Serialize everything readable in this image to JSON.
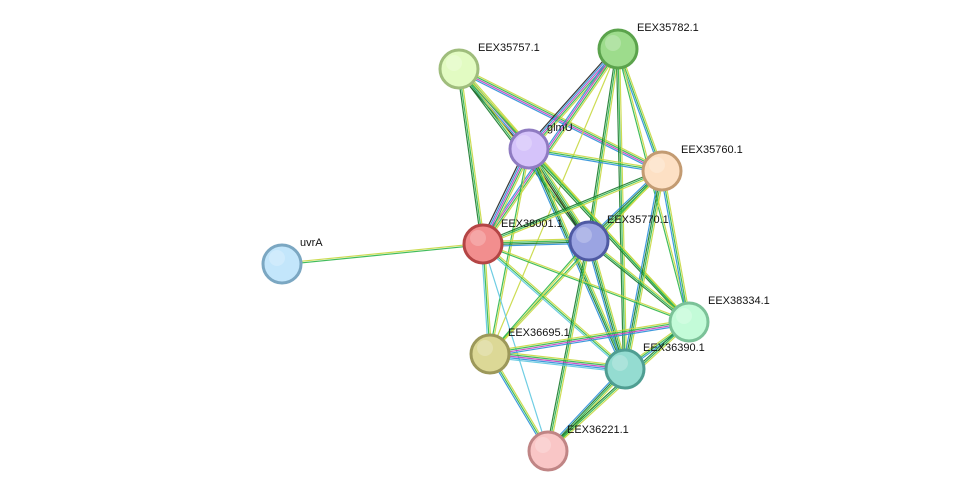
{
  "network": {
    "nodes": [
      {
        "id": "n_eex35782",
        "label": "EEX35782.1",
        "fill": "#9ddc8c",
        "stroke": "#5ba34c"
      },
      {
        "id": "n_eex35757",
        "label": "EEX35757.1",
        "fill": "#e2fbc2",
        "stroke": "#9fbd7c"
      },
      {
        "id": "n_glmu",
        "label": "glmU",
        "fill": "#d5c3fa",
        "stroke": "#8f7bc2"
      },
      {
        "id": "n_eex35760",
        "label": "EEX35760.1",
        "fill": "#fde0c4",
        "stroke": "#c39b72"
      },
      {
        "id": "n_eex38001",
        "label": "EEX38001.1",
        "fill": "#f28e8e",
        "stroke": "#b44545"
      },
      {
        "id": "n_eex35770",
        "label": "EEX35770.1",
        "fill": "#9ba4e2",
        "stroke": "#4f5aa3"
      },
      {
        "id": "n_uvra",
        "label": "uvrA",
        "fill": "#c3e6fb",
        "stroke": "#7ba7c2"
      },
      {
        "id": "n_eex38334",
        "label": "EEX38334.1",
        "fill": "#c3fbd8",
        "stroke": "#7bc298"
      },
      {
        "id": "n_eex36695",
        "label": "EEX36695.1",
        "fill": "#dcd896",
        "stroke": "#9c985a"
      },
      {
        "id": "n_eex36390",
        "label": "EEX36390.1",
        "fill": "#94dcd1",
        "stroke": "#4f9e92"
      },
      {
        "id": "n_eex36221",
        "label": "EEX36221.1",
        "fill": "#f9c6c6",
        "stroke": "#c08585"
      }
    ],
    "edge_colors": {
      "yellow": "#c8d840",
      "green": "#2db64a",
      "dark_green": "#1a7a2c",
      "blue": "#2a8fd8",
      "magenta": "#c040c0",
      "black": "#222222",
      "lightblue": "#5fc8e0"
    },
    "edges": [
      {
        "a": "n_uvra",
        "b": "n_eex38001",
        "types": [
          "yellow",
          "green"
        ]
      },
      {
        "a": "n_eex35757",
        "b": "n_glmu",
        "types": [
          "yellow",
          "green",
          "magenta",
          "blue",
          "black"
        ]
      },
      {
        "a": "n_eex35757",
        "b": "n_eex38001",
        "types": [
          "yellow",
          "green",
          "dark_green"
        ]
      },
      {
        "a": "n_eex35757",
        "b": "n_eex35760",
        "types": [
          "yellow",
          "green",
          "magenta",
          "blue"
        ]
      },
      {
        "a": "n_eex35757",
        "b": "n_eex35770",
        "types": [
          "yellow",
          "green",
          "dark_green"
        ]
      },
      {
        "a": "n_eex35757",
        "b": "n_eex38334",
        "types": [
          "yellow",
          "green"
        ]
      },
      {
        "a": "n_eex35782",
        "b": "n_glmu",
        "types": [
          "yellow",
          "green",
          "magenta",
          "blue",
          "black"
        ]
      },
      {
        "a": "n_eex35782",
        "b": "n_eex38001",
        "types": [
          "yellow",
          "green",
          "magenta",
          "blue"
        ]
      },
      {
        "a": "n_eex35782",
        "b": "n_eex35760",
        "types": [
          "yellow",
          "green",
          "blue"
        ]
      },
      {
        "a": "n_eex35782",
        "b": "n_eex35770",
        "types": [
          "yellow",
          "green",
          "dark_green"
        ]
      },
      {
        "a": "n_eex35782",
        "b": "n_eex36390",
        "types": [
          "yellow",
          "green",
          "dark_green"
        ]
      },
      {
        "a": "n_eex35782",
        "b": "n_eex38334",
        "types": [
          "yellow",
          "green"
        ]
      },
      {
        "a": "n_eex35782",
        "b": "n_eex36695",
        "types": [
          "yellow"
        ]
      },
      {
        "a": "n_glmu",
        "b": "n_eex38001",
        "types": [
          "yellow",
          "green",
          "magenta",
          "blue",
          "black"
        ]
      },
      {
        "a": "n_glmu",
        "b": "n_eex35760",
        "types": [
          "yellow",
          "green",
          "blue"
        ]
      },
      {
        "a": "n_glmu",
        "b": "n_eex35770",
        "types": [
          "yellow",
          "green",
          "dark_green",
          "black"
        ]
      },
      {
        "a": "n_glmu",
        "b": "n_eex36390",
        "types": [
          "yellow",
          "green",
          "dark_green",
          "blue"
        ]
      },
      {
        "a": "n_glmu",
        "b": "n_eex38334",
        "types": [
          "yellow",
          "green",
          "dark_green"
        ]
      },
      {
        "a": "n_glmu",
        "b": "n_eex36695",
        "types": [
          "yellow",
          "green"
        ]
      },
      {
        "a": "n_eex35760",
        "b": "n_eex38001",
        "types": [
          "yellow",
          "green",
          "dark_green"
        ]
      },
      {
        "a": "n_eex35760",
        "b": "n_eex35770",
        "types": [
          "yellow",
          "green",
          "dark_green",
          "blue"
        ]
      },
      {
        "a": "n_eex35760",
        "b": "n_eex36390",
        "types": [
          "yellow",
          "green",
          "dark_green",
          "blue"
        ]
      },
      {
        "a": "n_eex35760",
        "b": "n_eex38334",
        "types": [
          "yellow",
          "green",
          "blue"
        ]
      },
      {
        "a": "n_eex35760",
        "b": "n_eex36695",
        "types": [
          "yellow",
          "green"
        ]
      },
      {
        "a": "n_eex38001",
        "b": "n_eex35770",
        "types": [
          "yellow",
          "green",
          "dark_green",
          "blue"
        ]
      },
      {
        "a": "n_eex38001",
        "b": "n_eex36695",
        "types": [
          "yellow",
          "green",
          "lightblue"
        ]
      },
      {
        "a": "n_eex38001",
        "b": "n_eex36390",
        "types": [
          "yellow",
          "green",
          "lightblue"
        ]
      },
      {
        "a": "n_eex38001",
        "b": "n_eex38334",
        "types": [
          "yellow",
          "green"
        ]
      },
      {
        "a": "n_eex38001",
        "b": "n_eex36221",
        "types": [
          "lightblue"
        ]
      },
      {
        "a": "n_eex35770",
        "b": "n_eex36390",
        "types": [
          "yellow",
          "green",
          "dark_green",
          "blue"
        ]
      },
      {
        "a": "n_eex35770",
        "b": "n_eex38334",
        "types": [
          "yellow",
          "green",
          "dark_green"
        ]
      },
      {
        "a": "n_eex35770",
        "b": "n_eex36695",
        "types": [
          "yellow",
          "green"
        ]
      },
      {
        "a": "n_eex35770",
        "b": "n_eex36221",
        "types": [
          "yellow",
          "green",
          "dark_green"
        ]
      },
      {
        "a": "n_eex36695",
        "b": "n_eex36390",
        "types": [
          "yellow",
          "green",
          "magenta",
          "blue",
          "lightblue"
        ]
      },
      {
        "a": "n_eex36695",
        "b": "n_eex38334",
        "types": [
          "yellow",
          "green",
          "magenta",
          "blue"
        ]
      },
      {
        "a": "n_eex36695",
        "b": "n_eex36221",
        "types": [
          "yellow",
          "green",
          "blue"
        ]
      },
      {
        "a": "n_eex36390",
        "b": "n_eex38334",
        "types": [
          "yellow",
          "green",
          "blue"
        ]
      },
      {
        "a": "n_eex36390",
        "b": "n_eex36221",
        "types": [
          "yellow",
          "green",
          "dark_green",
          "blue"
        ]
      },
      {
        "a": "n_eex38334",
        "b": "n_eex36221",
        "types": [
          "yellow",
          "green",
          "dark_green"
        ]
      }
    ]
  }
}
